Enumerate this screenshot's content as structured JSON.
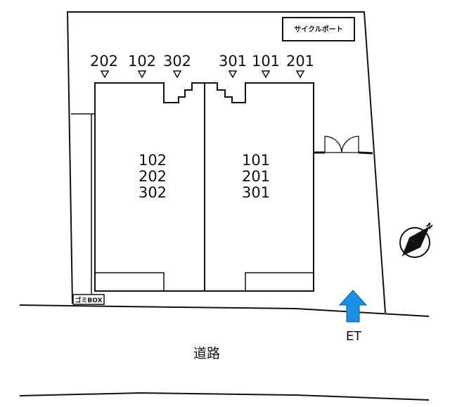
{
  "cycle_port": {
    "label": "サイクルポート"
  },
  "garbage_box": {
    "label": "ゴミBOX"
  },
  "entrance": {
    "label": "ET",
    "arrow_color": "#1a8fe6"
  },
  "road": {
    "label": "道路"
  },
  "compass": {
    "label": "N"
  },
  "left_building": {
    "top_markers": [
      "202",
      "102",
      "302"
    ],
    "units": [
      "102",
      "202",
      "302"
    ]
  },
  "right_building": {
    "top_markers": [
      "301",
      "101",
      "201"
    ],
    "units": [
      "101",
      "201",
      "301"
    ]
  }
}
